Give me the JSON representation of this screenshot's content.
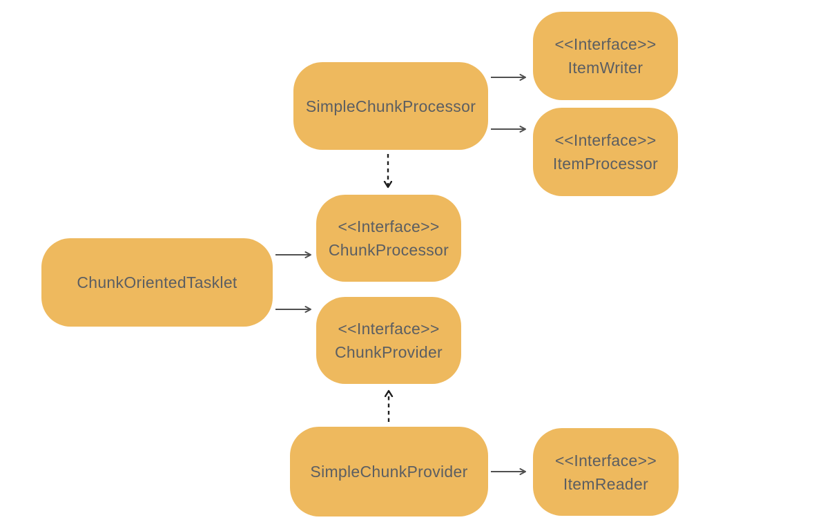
{
  "diagram": {
    "type": "uml-class-diagram",
    "background": "#FFFFFF",
    "colors": {
      "node_fill": "#EEB95E",
      "node_text": "#5B5E62",
      "arrow_solid": "#4F4F4F",
      "arrow_dashed": "#1E1E1E"
    },
    "nodes": {
      "simpleChunkProcessor": {
        "name": "SimpleChunkProcessor"
      },
      "itemWriter": {
        "stereotype": "<<Interface>>",
        "name": "ItemWriter"
      },
      "itemProcessor": {
        "stereotype": "<<Interface>>",
        "name": "ItemProcessor"
      },
      "chunkProcessor": {
        "stereotype": "<<Interface>>",
        "name": "ChunkProcessor"
      },
      "chunkOrientedTasklet": {
        "name": "ChunkOrientedTasklet"
      },
      "chunkProvider": {
        "stereotype": "<<Interface>>",
        "name": "ChunkProvider"
      },
      "simpleChunkProvider": {
        "name": "SimpleChunkProvider"
      },
      "itemReader": {
        "stereotype": "<<Interface>>",
        "name": "ItemReader"
      }
    },
    "edges": [
      {
        "from": "SimpleChunkProcessor",
        "to": "ItemWriter",
        "style": "solid",
        "direction": "right"
      },
      {
        "from": "SimpleChunkProcessor",
        "to": "ItemProcessor",
        "style": "solid",
        "direction": "right"
      },
      {
        "from": "SimpleChunkProcessor",
        "to": "ChunkProcessor",
        "style": "dashed",
        "direction": "down"
      },
      {
        "from": "ChunkOrientedTasklet",
        "to": "ChunkProcessor",
        "style": "solid",
        "direction": "right"
      },
      {
        "from": "ChunkOrientedTasklet",
        "to": "ChunkProvider",
        "style": "solid",
        "direction": "right"
      },
      {
        "from": "SimpleChunkProvider",
        "to": "ChunkProvider",
        "style": "dashed",
        "direction": "up"
      },
      {
        "from": "SimpleChunkProvider",
        "to": "ItemReader",
        "style": "solid",
        "direction": "right"
      }
    ]
  }
}
